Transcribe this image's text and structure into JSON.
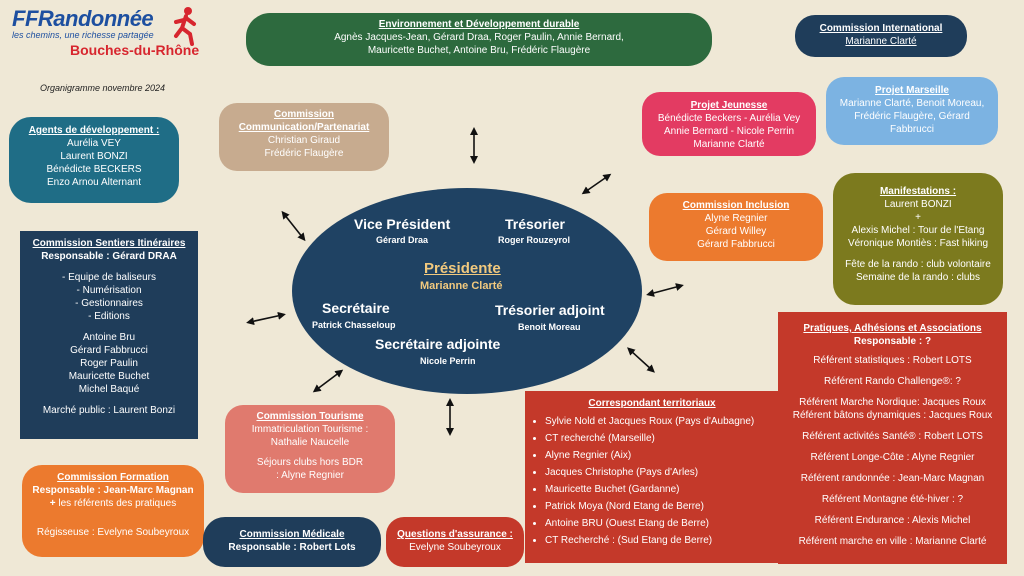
{
  "logo": {
    "brand": "FFRandonnée",
    "tagline": "les chemins, une richesse partagée",
    "department": "Bouches-du-Rhône"
  },
  "subtitle": "Organigramme novembre 2024",
  "center": {
    "president_title": "Présidente",
    "president_name": "Marianne Clarté",
    "vp_title": "Vice Président",
    "vp_name": "Gérard Draa",
    "treasurer_title": "Trésorier",
    "treasurer_name": "Roger Rouzeyrol",
    "secretary_title": "Secrétaire",
    "secretary_name": "Patrick Chasseloup",
    "asst_treasurer_title": "Trésorier adjoint",
    "asst_treasurer_name": "Benoit Moreau",
    "asst_secretary_title": "Secrétaire adjointe",
    "asst_secretary_name": "Nicole Perrin"
  },
  "env": {
    "title": "Environnement et Développement durable",
    "l1": "Agnès Jacques-Jean, Gérard Draa, Roger Paulin, Annie Bernard,",
    "l2": "Mauricette Buchet, Antoine Bru, Frédéric Flaugère"
  },
  "international": {
    "title": "Commission International",
    "name": "Marianne Clarté"
  },
  "marseille": {
    "title": "Projet Marseille",
    "l1": "Marianne Clarté, Benoit Moreau,",
    "l2": "Frédéric Flaugère, Gérard",
    "l3": "Fabbrucci"
  },
  "jeunesse": {
    "title": "Projet Jeunesse",
    "l1": "Bénédicte Beckers - Aurélia Vey",
    "l2": "Annie Bernard - Nicole Perrin",
    "l3": "Marianne Clarté"
  },
  "communication": {
    "title1": "Commission",
    "title2": "Communication/Partenariat",
    "l1": "Christian Giraud",
    "l2": "Frédéric Flaugère"
  },
  "agents": {
    "title": "Agents de développement :",
    "l1": "Aurélia VEY",
    "l2": "Laurent BONZI",
    "l3": "Bénédicte BECKERS",
    "l4": "Enzo Arnou Alternant"
  },
  "inclusion": {
    "title": "Commission Inclusion",
    "l1": "Alyne Regnier",
    "l2": "Gérard Willey",
    "l3": "Gérard Fabbrucci"
  },
  "manifestations": {
    "title": "Manifestations :",
    "l1": "Laurent BONZI",
    "l2": "+",
    "l3": "Alexis Michel  : Tour de l'Etang",
    "l4": "Véronique Montiès : Fast hiking",
    "l5": "Fête de la rando : club volontaire",
    "l6": "Semaine de la rando : clubs"
  },
  "sentiers": {
    "title": "Commission Sentiers Itinéraires",
    "resp": "Responsable : Gérard DRAA",
    "items": [
      "- Equipe de baliseurs",
      "- Numérisation",
      "- Gestionnaires",
      "- Editions"
    ],
    "people": [
      "Antoine Bru",
      "Gérard Fabbrucci",
      "Roger Paulin",
      "Mauricette Buchet",
      "Michel Baqué"
    ],
    "footer": "Marché public : Laurent Bonzi"
  },
  "pratiques": {
    "title": "Pratiques, Adhésions et Associations",
    "resp": "Responsable : ?",
    "items": [
      "Référent statistiques : Robert LOTS",
      "Référent Rando Challenge®: ?",
      "Référent Marche Nordique:  Jacques Roux",
      "Référent bâtons dynamiques : Jacques Roux",
      "Référent activités Santé® : Robert LOTS",
      "Référent Longe-Côte : Alyne Regnier",
      "Référent randonnée : Jean-Marc Magnan",
      "Référent Montagne été-hiver : ?",
      "Référent Endurance : Alexis Michel",
      "Référent marche en ville : Marianne Clarté"
    ]
  },
  "correspondant": {
    "title": "Correspondant territoriaux",
    "items": [
      "Sylvie Nold et Jacques Roux (Pays d'Aubagne)",
      "CT recherché (Marseille)",
      "Alyne Regnier (Aix)",
      "Jacques Christophe (Pays d'Arles)",
      "Mauricette Buchet (Gardanne)",
      "Patrick Moya (Nord Etang de Berre)",
      "Antoine BRU (Ouest Etang de Berre)",
      "CT Recherché : (Sud Etang de Berre)"
    ]
  },
  "tourisme": {
    "title": "Commission Tourisme",
    "l1": "Immatriculation Tourisme :",
    "l2": "Nathalie Naucelle",
    "l3": "Séjours clubs hors BDR",
    "l4": ": Alyne Regnier"
  },
  "formation": {
    "title": "Commission Formation",
    "resp": "Responsable : Jean-Marc Magnan",
    "plus": "+",
    "l1": " les référents des pratiques",
    "l2": "Régisseuse : Evelyne Soubeyroux"
  },
  "medicale": {
    "title": "Commission Médicale",
    "resp": "Responsable : Robert Lots"
  },
  "assurance": {
    "title": "Questions d'assurance :",
    "l1": "Evelyne Soubeyroux"
  },
  "colors": {
    "background": "#efe8d6",
    "ellipse": "#1f4263",
    "green": "#2d6a3e",
    "navy": "#1f3d5a",
    "red": "#c4392a",
    "orange": "#ec7a2e",
    "pink": "#e33b62",
    "olive": "#7c7a1e"
  }
}
